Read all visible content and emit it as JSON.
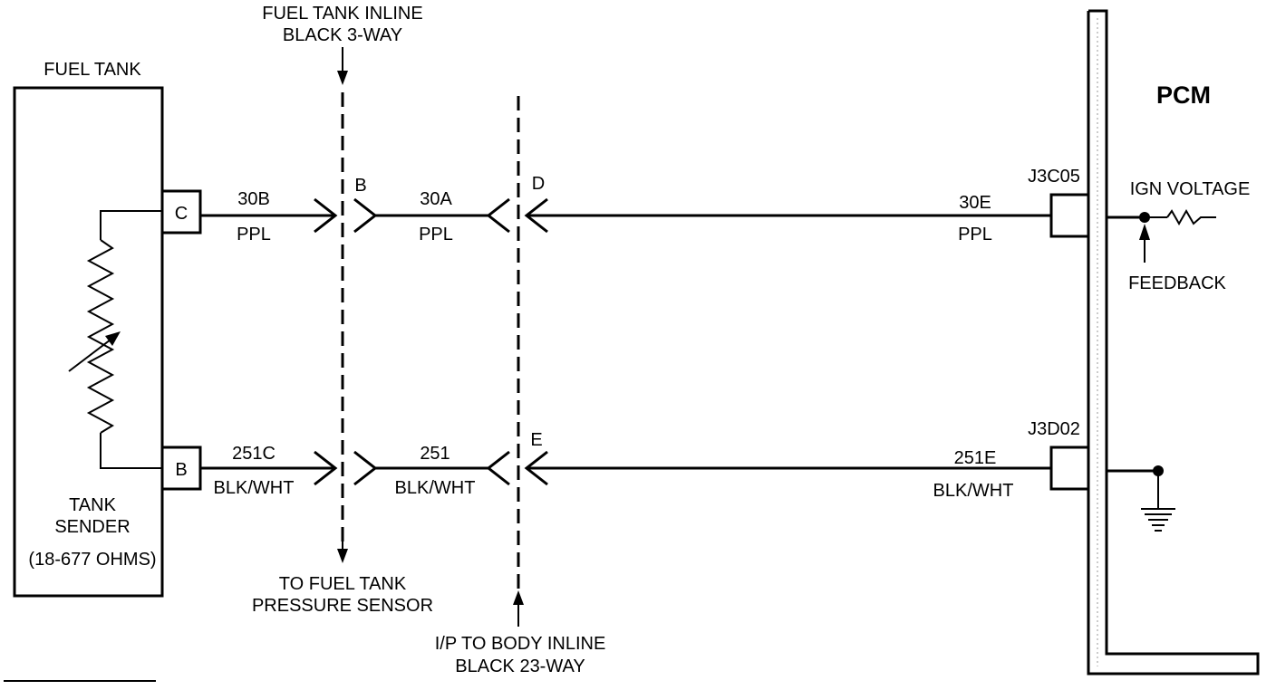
{
  "fuel_tank": {
    "label": "FUEL TANK",
    "sender_line1": "TANK",
    "sender_line2": "SENDER",
    "sender_line3": "(18-677 OHMS)",
    "pin_top": "C",
    "pin_bottom": "B"
  },
  "connector_fuel_tank_inline": {
    "line1": "FUEL TANK INLINE",
    "line2": "BLACK  3-WAY",
    "pin_top": "B",
    "branch_line1": "TO FUEL TANK",
    "branch_line2": "PRESSURE SENSOR"
  },
  "connector_ip_body_inline": {
    "line1": "I/P TO BODY INLINE",
    "line2": "BLACK 23-WAY",
    "pin_top": "D",
    "pin_bottom": "E"
  },
  "circuits": {
    "top": [
      {
        "circuit": "30B",
        "color": "PPL"
      },
      {
        "circuit": "30A",
        "color": "PPL"
      },
      {
        "circuit": "30E",
        "color": "PPL"
      }
    ],
    "bottom": [
      {
        "circuit": "251C",
        "color": "BLK/WHT"
      },
      {
        "circuit": "251",
        "color": "BLK/WHT"
      },
      {
        "circuit": "251E",
        "color": "BLK/WHT"
      }
    ]
  },
  "pcm": {
    "label": "PCM",
    "pin_top": "J3C05",
    "pin_bottom": "J3D02",
    "ign_voltage": "IGN VOLTAGE",
    "feedback": "FEEDBACK"
  }
}
